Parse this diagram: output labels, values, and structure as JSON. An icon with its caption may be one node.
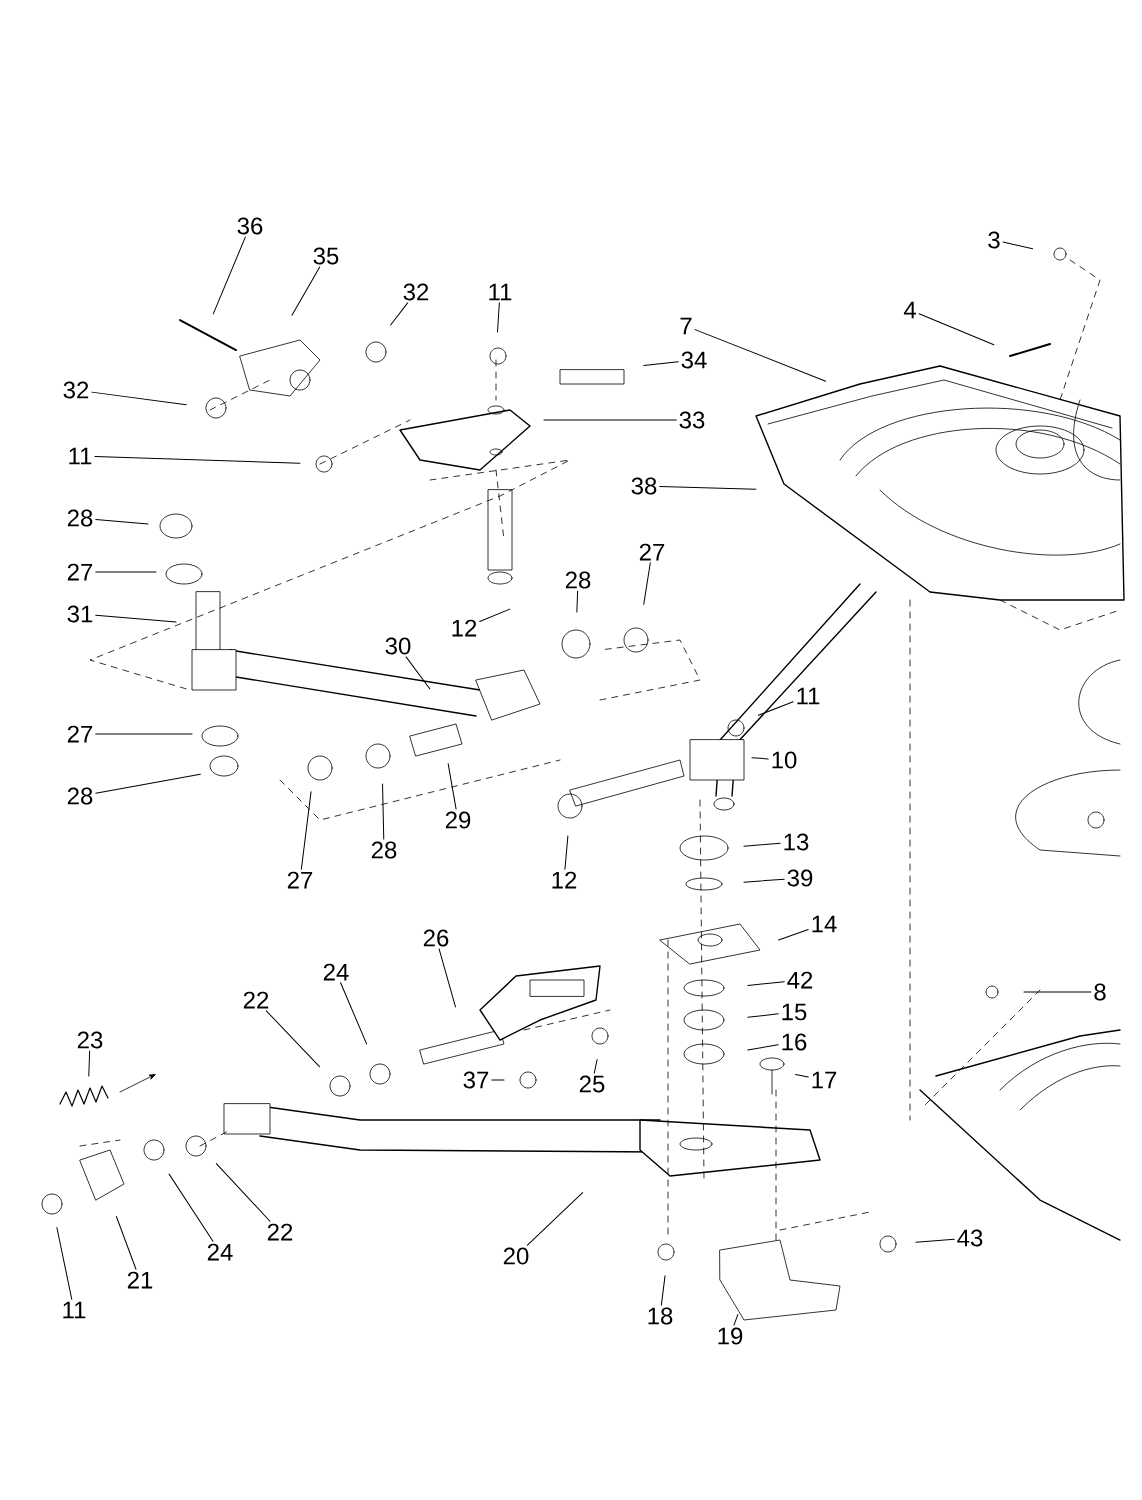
{
  "diagram": {
    "nodes": [
      {
        "text": [
          "36"
        ]
      },
      {
        "text": [
          "35"
        ]
      },
      {
        "text": [
          "32"
        ]
      },
      {
        "text": [
          "32"
        ]
      },
      {
        "text": [
          "11"
        ]
      },
      {
        "text": [
          "34"
        ]
      },
      {
        "text": [
          "33"
        ]
      },
      {
        "text": [
          "11"
        ]
      },
      {
        "text": [
          "28"
        ]
      },
      {
        "text": [
          "27"
        ]
      },
      {
        "text": [
          "31"
        ]
      },
      {
        "text": [
          "12"
        ]
      },
      {
        "text": [
          "28"
        ]
      },
      {
        "text": [
          "27"
        ]
      },
      {
        "text": [
          "30"
        ]
      },
      {
        "text": [
          "27"
        ]
      },
      {
        "text": [
          "28"
        ]
      },
      {
        "text": [
          "29"
        ]
      },
      {
        "text": [
          "27"
        ]
      },
      {
        "text": [
          "28"
        ]
      },
      {
        "text": [
          "12"
        ]
      },
      {
        "text": [
          "11"
        ]
      },
      {
        "text": [
          "10"
        ]
      },
      {
        "text": [
          "13"
        ]
      },
      {
        "text": [
          "39"
        ]
      },
      {
        "text": [
          "14"
        ]
      },
      {
        "text": [
          "42"
        ]
      },
      {
        "text": [
          "15"
        ]
      },
      {
        "text": [
          "16"
        ]
      },
      {
        "text": [
          "17"
        ]
      },
      {
        "text": [
          "18"
        ]
      },
      {
        "text": [
          "19"
        ]
      },
      {
        "text": [
          "43"
        ]
      },
      {
        "text": [
          "20"
        ]
      },
      {
        "text": [
          "21"
        ]
      },
      {
        "text": [
          "11"
        ]
      },
      {
        "text": [
          "24"
        ]
      },
      {
        "text": [
          "22"
        ]
      },
      {
        "text": [
          "23"
        ]
      },
      {
        "text": [
          "22"
        ]
      },
      {
        "text": [
          "24"
        ]
      },
      {
        "text": [
          "26"
        ]
      },
      {
        "text": [
          "25"
        ]
      },
      {
        "text": [
          "37"
        ]
      },
      {
        "text": [
          "3"
        ]
      },
      {
        "text": [
          "4"
        ]
      },
      {
        "text": [
          "7"
        ]
      },
      {
        "text": [
          "38"
        ]
      },
      {
        "text": [
          "8"
        ]
      }
    ],
    "edges": [
      {
        "from": 0,
        "to": null,
        "arrow": "none"
      },
      {
        "from": 1,
        "to": null,
        "arrow": "none"
      },
      {
        "from": 2,
        "to": null,
        "arrow": "none"
      },
      {
        "from": 3,
        "to": null,
        "arrow": "none"
      },
      {
        "from": 4,
        "to": null,
        "arrow": "none"
      },
      {
        "from": 5,
        "to": null,
        "arrow": "none"
      },
      {
        "from": 6,
        "to": null,
        "arrow": "none"
      },
      {
        "from": 7,
        "to": null,
        "arrow": "none"
      },
      {
        "from": 8,
        "to": null,
        "arrow": "none"
      },
      {
        "from": 9,
        "to": null,
        "arrow": "none"
      },
      {
        "from": 10,
        "to": null,
        "arrow": "none"
      },
      {
        "from": 11,
        "to": null,
        "arrow": "none"
      },
      {
        "from": 12,
        "to": null,
        "arrow": "none"
      },
      {
        "from": 13,
        "to": null,
        "arrow": "none"
      },
      {
        "from": 14,
        "to": null,
        "arrow": "none"
      },
      {
        "from": 15,
        "to": null,
        "arrow": "none"
      },
      {
        "from": 16,
        "to": null,
        "arrow": "none"
      },
      {
        "from": 17,
        "to": null,
        "arrow": "none"
      },
      {
        "from": 18,
        "to": null,
        "arrow": "none"
      },
      {
        "from": 19,
        "to": null,
        "arrow": "none"
      },
      {
        "from": 20,
        "to": null,
        "arrow": "none"
      },
      {
        "from": 21,
        "to": null,
        "arrow": "none"
      },
      {
        "from": 22,
        "to": null,
        "arrow": "none"
      },
      {
        "from": 23,
        "to": null,
        "arrow": "none"
      },
      {
        "from": 24,
        "to": null,
        "arrow": "none"
      },
      {
        "from": 25,
        "to": null,
        "arrow": "none"
      },
      {
        "from": 26,
        "to": null,
        "arrow": "none"
      },
      {
        "from": 27,
        "to": null,
        "arrow": "none"
      },
      {
        "from": 28,
        "to": null,
        "arrow": "none"
      },
      {
        "from": 29,
        "to": null,
        "arrow": "none"
      },
      {
        "from": 30,
        "to": null,
        "arrow": "none"
      },
      {
        "from": 31,
        "to": null,
        "arrow": "none"
      },
      {
        "from": 32,
        "to": null,
        "arrow": "none"
      },
      {
        "from": 33,
        "to": null,
        "arrow": "none"
      },
      {
        "from": 34,
        "to": null,
        "arrow": "none"
      },
      {
        "from": 35,
        "to": null,
        "arrow": "none"
      },
      {
        "from": 36,
        "to": null,
        "arrow": "none"
      },
      {
        "from": 37,
        "to": null,
        "arrow": "none"
      },
      {
        "from": 38,
        "to": null,
        "arrow": "none"
      },
      {
        "from": 39,
        "to": null,
        "arrow": "none"
      },
      {
        "from": 40,
        "to": null,
        "arrow": "none"
      },
      {
        "from": 41,
        "to": null,
        "arrow": "none"
      },
      {
        "from": 42,
        "to": null,
        "arrow": "none"
      },
      {
        "from": 43,
        "to": null,
        "arrow": "none"
      },
      {
        "from": 44,
        "to": null,
        "arrow": "none"
      },
      {
        "from": 45,
        "to": null,
        "arrow": "none"
      },
      {
        "from": 46,
        "to": null,
        "arrow": "none"
      },
      {
        "from": 47,
        "to": null,
        "arrow": "none"
      },
      {
        "from": 48,
        "to": null,
        "arrow": "none"
      }
    ]
  }
}
